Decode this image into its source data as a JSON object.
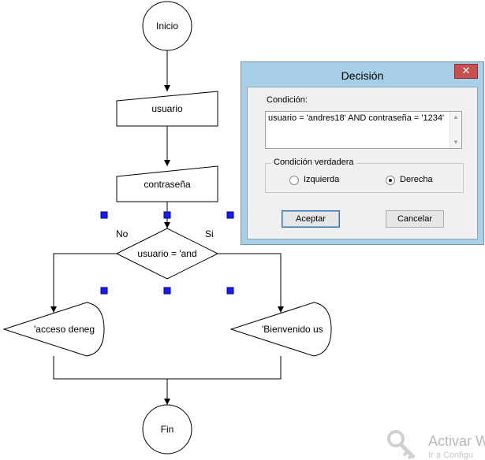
{
  "flowchart": {
    "start_label": "Inicio",
    "input1_label": "usuario",
    "input2_label": "contraseña",
    "decision_label": "usuario = 'and",
    "branch_no_label": "No",
    "branch_yes_label": "Si",
    "output_left_label": "'acceso deneg",
    "output_right_label": "'Bienvenido us",
    "end_label": "Fin"
  },
  "dialog": {
    "title": "Decisión",
    "close_symbol": "✕",
    "condition_label": "Condición:",
    "condition_value": "usuario = 'andres18' AND contraseña = '1234'",
    "true_group_label": "Condición verdadera",
    "option_left": "Izquierda",
    "option_right": "Derecha",
    "selected_option": "Derecha",
    "accept_label": "Aceptar",
    "cancel_label": "Cancelar"
  },
  "watermark": {
    "title": "Activar W",
    "subtitle": "Ir a Configu"
  }
}
